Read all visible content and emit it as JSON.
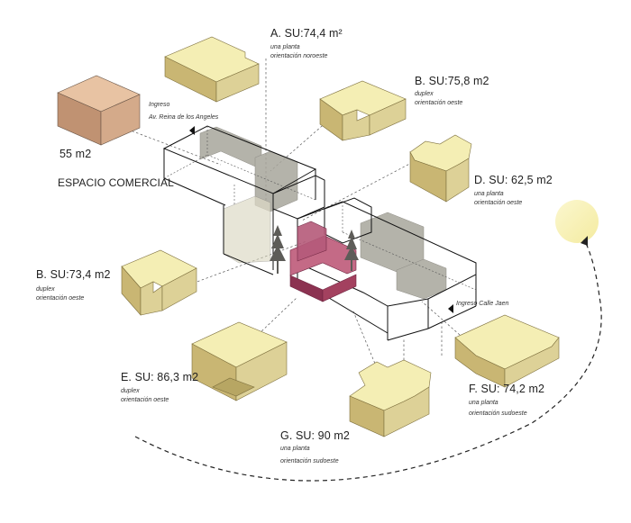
{
  "labels": {
    "a_title": "A. SU:74,4 m²",
    "a_sub1": "una planta",
    "a_sub2": "orientación noroeste",
    "b1_title": "B. SU:75,8 m2",
    "b1_sub1": "duplex",
    "b1_sub2": "orientación oeste",
    "d_title": "D. SU: 62,5 m2",
    "d_sub1": "una planta",
    "d_sub2": "orientación oeste",
    "b2_title": "B. SU:73,4 m2",
    "b2_sub1": "duplex",
    "b2_sub2": "orientación oeste",
    "e_title": "E. SU: 86,3 m2",
    "e_sub1": "duplex",
    "e_sub2": "orientación oeste",
    "f_title": "F. SU: 74,2 m2",
    "f_sub1": "una planta",
    "f_sub2": "orientación sudoeste",
    "g_title": "G. SU: 90 m2",
    "g_sub1": "una planta",
    "g_sub2": "orientación sudoeste",
    "commercial_area": "55 m2",
    "commercial_title": "ESPACIO COMERCIAL",
    "entry_main1": "Ingreso",
    "entry_main2": "Av. Reina de los Angeles",
    "entry_side": "Ingreso Calle Jaen"
  },
  "colors": {
    "unit_top": "#f4eeb4",
    "unit_left": "#c9b673",
    "unit_right": "#ddd197",
    "commercial_top": "#e8c3a3",
    "commercial_left": "#c09272",
    "commercial_right": "#d4aa8a",
    "core_gray": "#a8a69c",
    "accent_magenta": "#a3415f",
    "sun": "#f7f0ad",
    "tree": "#5d5c58"
  }
}
